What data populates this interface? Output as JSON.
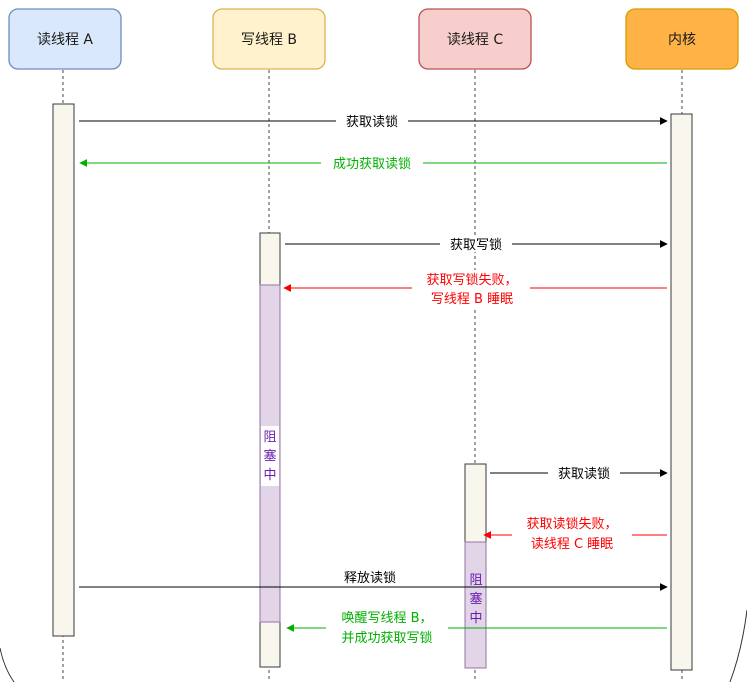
{
  "actors": [
    {
      "id": "A",
      "label": "读线程 A",
      "fill": "#dae8fc",
      "stroke": "#6c8ebf"
    },
    {
      "id": "B",
      "label": "写线程 B",
      "fill": "#fff2cc",
      "stroke": "#d6b656"
    },
    {
      "id": "C",
      "label": "读线程 C",
      "fill": "#f8cecc",
      "stroke": "#b85450"
    },
    {
      "id": "K",
      "label": "内核",
      "fill": "#ffb347",
      "stroke": "#d79b00"
    }
  ],
  "messages": [
    {
      "id": "m1",
      "label": "获取读锁",
      "color": "#000000"
    },
    {
      "id": "m2",
      "label": "成功获取读锁",
      "color": "#00b000"
    },
    {
      "id": "m3",
      "label": "获取写锁",
      "color": "#000000"
    },
    {
      "id": "m4",
      "lines": [
        "获取写锁失败，",
        "写线程 B 睡眠"
      ],
      "color": "#ff0000"
    },
    {
      "id": "m5",
      "label": "获取读锁",
      "color": "#000000"
    },
    {
      "id": "m6",
      "lines": [
        "获取读锁失败，",
        "读线程 C 睡眠"
      ],
      "color": "#ff0000"
    },
    {
      "id": "m7",
      "label": "释放读锁",
      "color": "#000000"
    },
    {
      "id": "m8",
      "lines": [
        "唤醒写线程 B，",
        "并成功获取写锁"
      ],
      "color": "#00b000"
    }
  ],
  "blocked": {
    "B": [
      "阻",
      "塞",
      "中"
    ],
    "C": [
      "阻",
      "塞",
      "中"
    ]
  },
  "colors": {
    "activation_fill": "#f9f7ed",
    "activation_stroke": "#36393d",
    "blocked_fill": "#e1d5e7",
    "blocked_stroke": "#9673a6",
    "lifeline": "#444444"
  }
}
